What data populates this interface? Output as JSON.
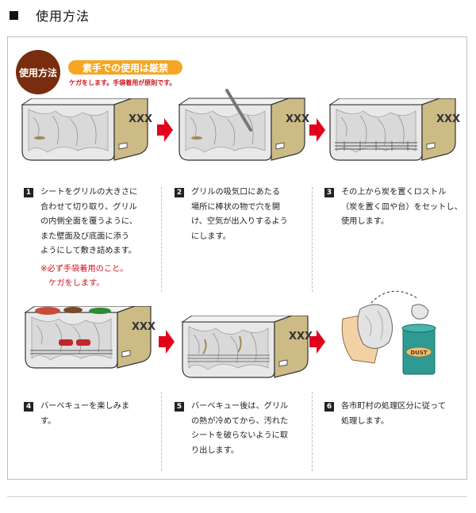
{
  "header": {
    "title": "使用方法"
  },
  "badge": {
    "label": "使用方法"
  },
  "warning": {
    "title": "素手での使用は厳禁",
    "subtitle": "ケガをします。手袋着用が原則です。"
  },
  "steps": [
    {
      "num": "1",
      "text": "シートをグリルの大きさに\n合わせて切り取り、グリル\nの内側全面を覆うように、\nまた壁面及び底面に添う\nようにして敷き詰めます。",
      "note": "※必ず手袋着用のこと。\n　ケガをします。"
    },
    {
      "num": "2",
      "text": "グリルの吸気口にあたる\n場所に棒状の物で穴を開\nけ、空気が出入りするよう\nにします。"
    },
    {
      "num": "3",
      "text": " その上から炭を置くロストル\n（炭を置く皿や台）をセットし、\n使用します。"
    },
    {
      "num": "4",
      "text": "バーベキューを楽しみま\nす。"
    },
    {
      "num": "5",
      "text": "バーベキュー後は、グリル\nの熱が冷めてから、汚れた\nシートを破らないように取\nり出します。"
    },
    {
      "num": "6",
      "text": "各市町村の処理区分に従って\n処理します。"
    }
  ],
  "grill_mark": "XXX",
  "bin_label": "DUST",
  "colors": {
    "badge": "#7a2c0e",
    "warning_pill": "#f5a623",
    "accent_red": "#d0121b",
    "arrow": "#e2001a"
  }
}
